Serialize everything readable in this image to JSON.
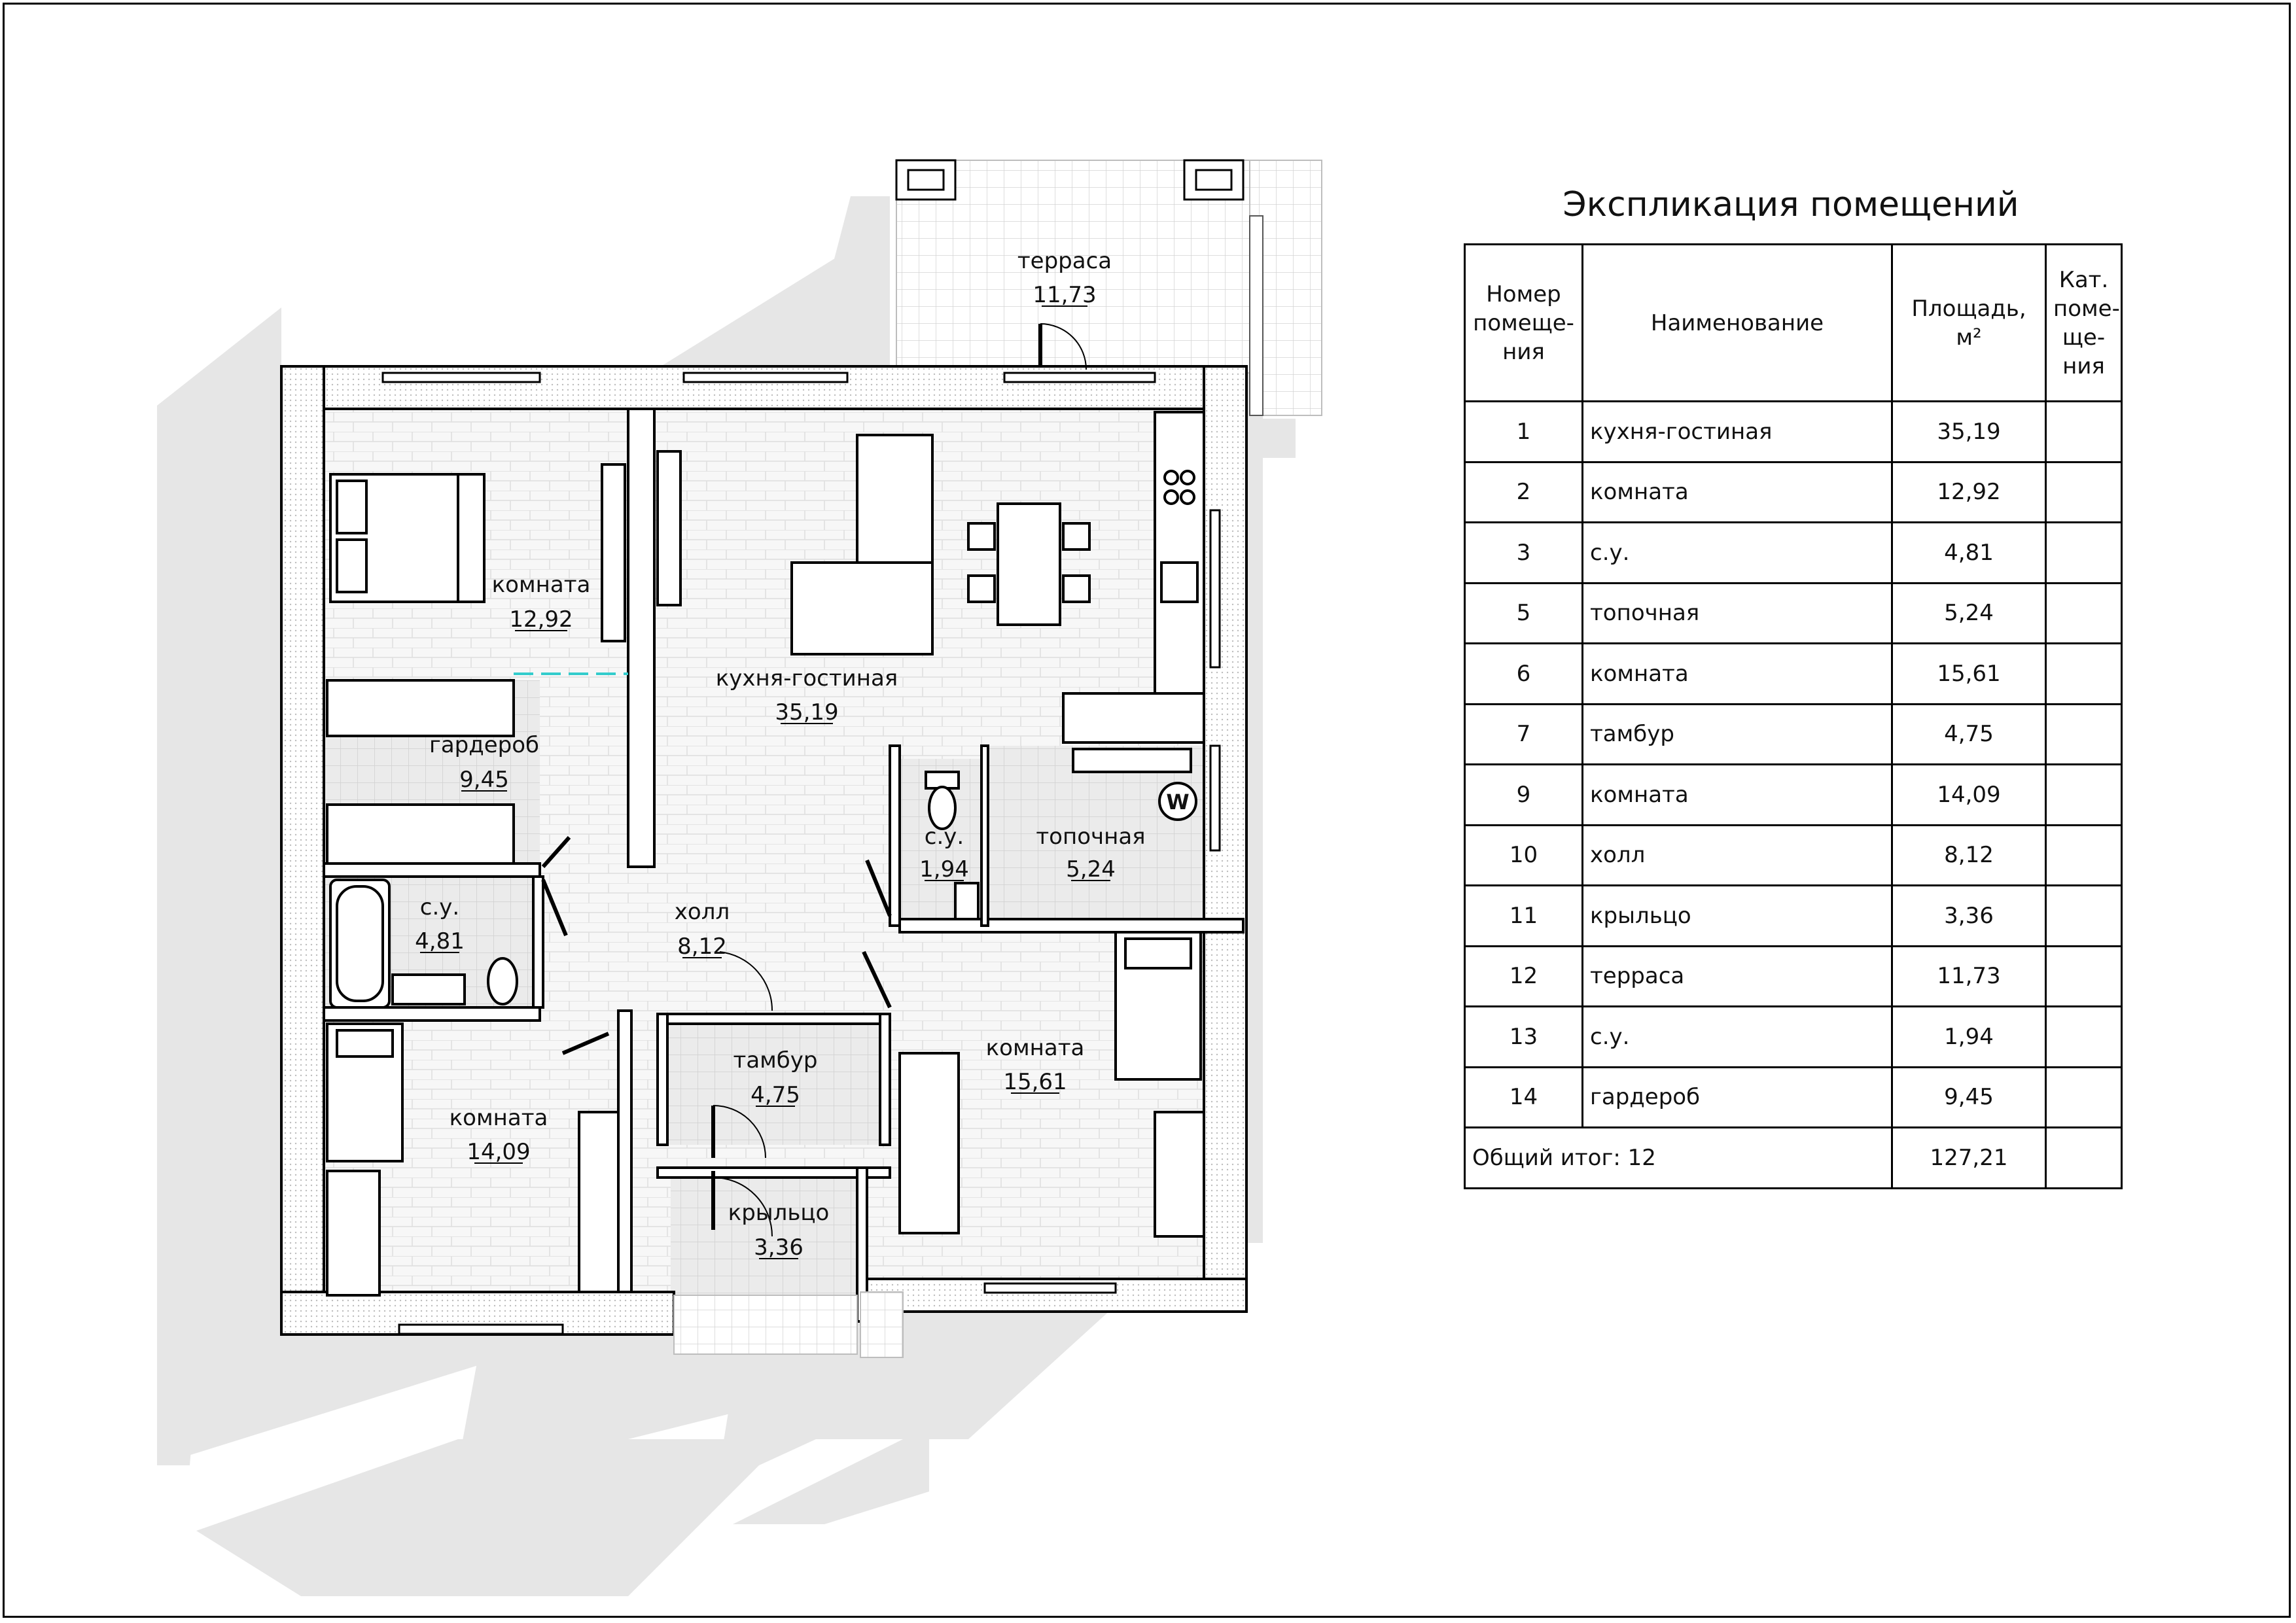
{
  "explication": {
    "title": "Экспликация помещений",
    "headers": {
      "number": "Номер помеще- ния",
      "name": "Наименование",
      "area": "Площадь, м²",
      "category": "Кат. поме- ще- ния"
    },
    "rows": [
      {
        "num": "1",
        "name": "кухня-гостиная",
        "area": "35,19",
        "cat": ""
      },
      {
        "num": "2",
        "name": "комната",
        "area": "12,92",
        "cat": ""
      },
      {
        "num": "3",
        "name": "с.у.",
        "area": "4,81",
        "cat": ""
      },
      {
        "num": "5",
        "name": "топочная",
        "area": "5,24",
        "cat": ""
      },
      {
        "num": "6",
        "name": "комната",
        "area": "15,61",
        "cat": ""
      },
      {
        "num": "7",
        "name": "тамбур",
        "area": "4,75",
        "cat": ""
      },
      {
        "num": "9",
        "name": "комната",
        "area": "14,09",
        "cat": ""
      },
      {
        "num": "10",
        "name": "холл",
        "area": "8,12",
        "cat": ""
      },
      {
        "num": "11",
        "name": "крыльцо",
        "area": "3,36",
        "cat": ""
      },
      {
        "num": "12",
        "name": "терраса",
        "area": "11,73",
        "cat": ""
      },
      {
        "num": "13",
        "name": "с.у.",
        "area": "1,94",
        "cat": ""
      },
      {
        "num": "14",
        "name": "гардероб",
        "area": "9,45",
        "cat": ""
      }
    ],
    "total_label": "Общий итог: 12",
    "total_area": "127,21"
  },
  "plan": {
    "rooms": {
      "terrace": {
        "name": "терраса",
        "area": "11,73"
      },
      "bedroom1": {
        "name": "комната",
        "area": "12,92"
      },
      "kitchen": {
        "name": "кухня-гостиная",
        "area": "35,19"
      },
      "wardrobe": {
        "name": "гардероб",
        "area": "9,45"
      },
      "bath1": {
        "name": "с.у.",
        "area": "4,81"
      },
      "bath2": {
        "name": "с.у.",
        "area": "1,94"
      },
      "boiler": {
        "name": "топочная",
        "area": "5,24"
      },
      "hall": {
        "name": "холл",
        "area": "8,12"
      },
      "vestibule": {
        "name": "тамбур",
        "area": "4,75"
      },
      "bedroom2": {
        "name": "комната",
        "area": "15,61"
      },
      "bedroom3": {
        "name": "комната",
        "area": "14,09"
      },
      "porch": {
        "name": "крыльцо",
        "area": "3,36"
      }
    },
    "boiler_symbol": "W"
  },
  "colors": {
    "shadow": "#e4e4e4",
    "floor": "#f4f4f4",
    "wall": "#000000",
    "tile": "#dcdcdc",
    "accent_line": "#33cccc"
  }
}
